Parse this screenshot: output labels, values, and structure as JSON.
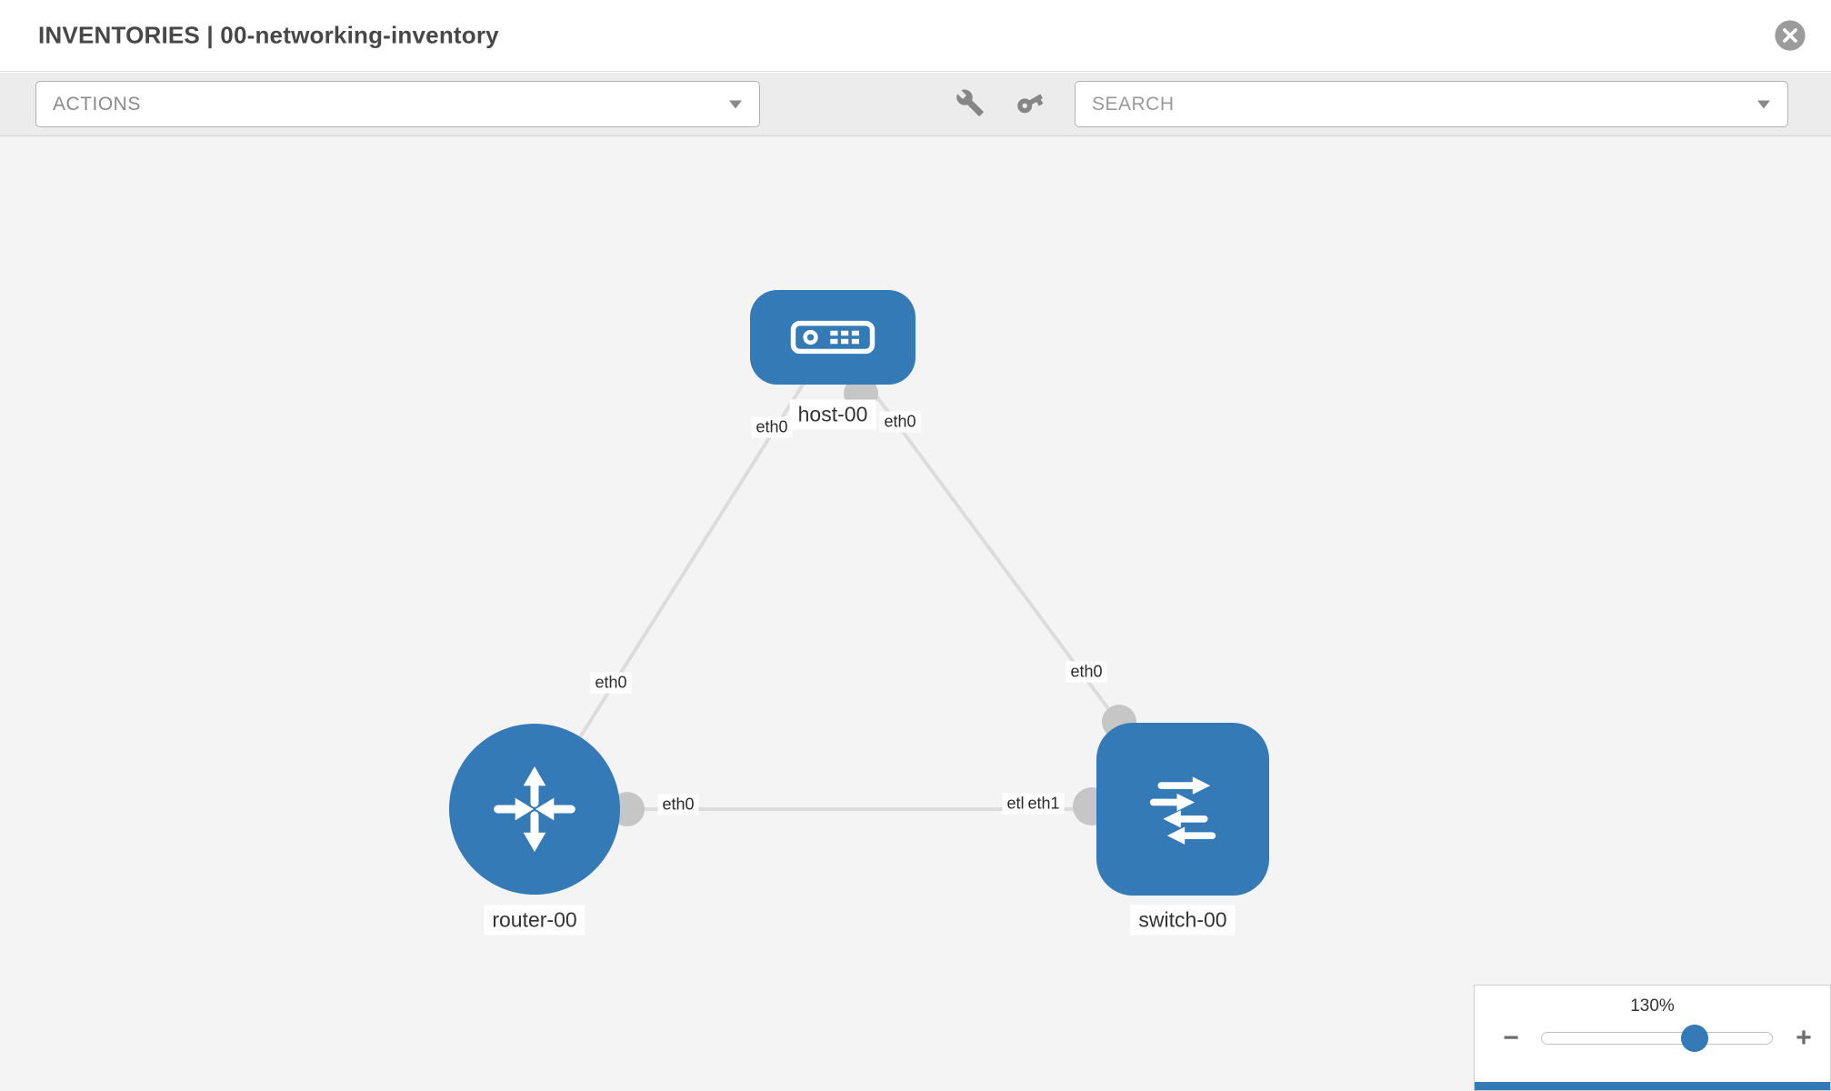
{
  "header": {
    "title": "INVENTORIES | 00-networking-inventory"
  },
  "toolbar": {
    "actions_label": "ACTIONS",
    "search_placeholder": "SEARCH",
    "icons": [
      "wrench-icon",
      "key-icon",
      "chevron-down-icon",
      "close-icon"
    ]
  },
  "topology": {
    "nodes": [
      {
        "type": "host",
        "label": "host-00"
      },
      {
        "type": "router",
        "label": "router-00"
      },
      {
        "type": "switch",
        "label": "switch-00"
      }
    ],
    "links": [
      {
        "from": "host-00",
        "to": "router-00"
      },
      {
        "from": "host-00",
        "to": "switch-00"
      },
      {
        "from": "router-00",
        "to": "switch-00"
      }
    ],
    "interfaces": [
      {
        "label": "eth0"
      },
      {
        "label": "eth0"
      },
      {
        "label": "eth0"
      },
      {
        "label": "eth0"
      },
      {
        "label": "eth0"
      },
      {
        "label": "eth0"
      },
      {
        "label": "eth1"
      }
    ]
  },
  "zoom": {
    "level": "130%",
    "zoom_out_label": "−",
    "zoom_in_label": "+"
  },
  "colors": {
    "node_blue": "#337ab7",
    "edge_gray": "#dcdcdc",
    "endpoint_gray": "#c6c6c6",
    "canvas_bg": "#f4f4f4"
  }
}
